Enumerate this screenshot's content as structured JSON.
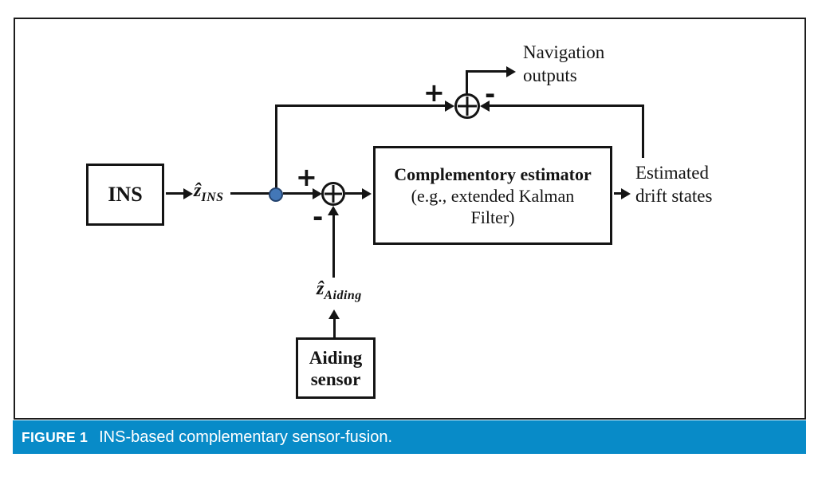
{
  "figure": {
    "caption_label": "FIGURE 1",
    "caption_text": "INS-based complementary sensor-fusion.",
    "caption_bg_color": "#088bc8",
    "caption_text_color": "#ffffff"
  },
  "diagram": {
    "blocks": {
      "ins": {
        "label": "INS"
      },
      "estimator": {
        "title": "Complementory estimator",
        "subtitle_line1": "(e.g., extended Kalman",
        "subtitle_line2": "Filter)"
      },
      "aiding": {
        "line1": "Aiding",
        "line2": "sensor"
      }
    },
    "signals": {
      "z_ins": {
        "base": "ẑ",
        "sub": "INS"
      },
      "z_aiding": {
        "base": "ẑ",
        "sub": "Aiding"
      }
    },
    "labels": {
      "navigation_line1": "Navigation",
      "navigation_line2": "outputs",
      "estimated_line1": "Estimated",
      "estimated_line2": "drift states"
    },
    "signs": {
      "sum_top_plus": "+",
      "sum_top_minus": "-",
      "sum_mid_plus": "+",
      "sum_mid_minus": "-"
    },
    "colors": {
      "line": "#141414",
      "junction_dot_fill": "#4377b7",
      "junction_dot_border": "#24436e"
    }
  }
}
